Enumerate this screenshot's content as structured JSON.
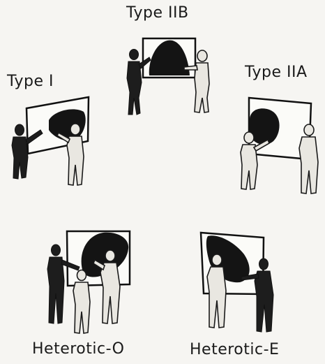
{
  "labels": {
    "type_iib": "Type IIB",
    "type_i": "Type I",
    "type_iia": "Type IIA",
    "heterotic_o": "Heterotic-O",
    "heterotic_e": "Heterotic-E"
  },
  "colors": {
    "background": "#f6f5f2",
    "ink": "#1a1a1a",
    "blob": "#141414"
  }
}
